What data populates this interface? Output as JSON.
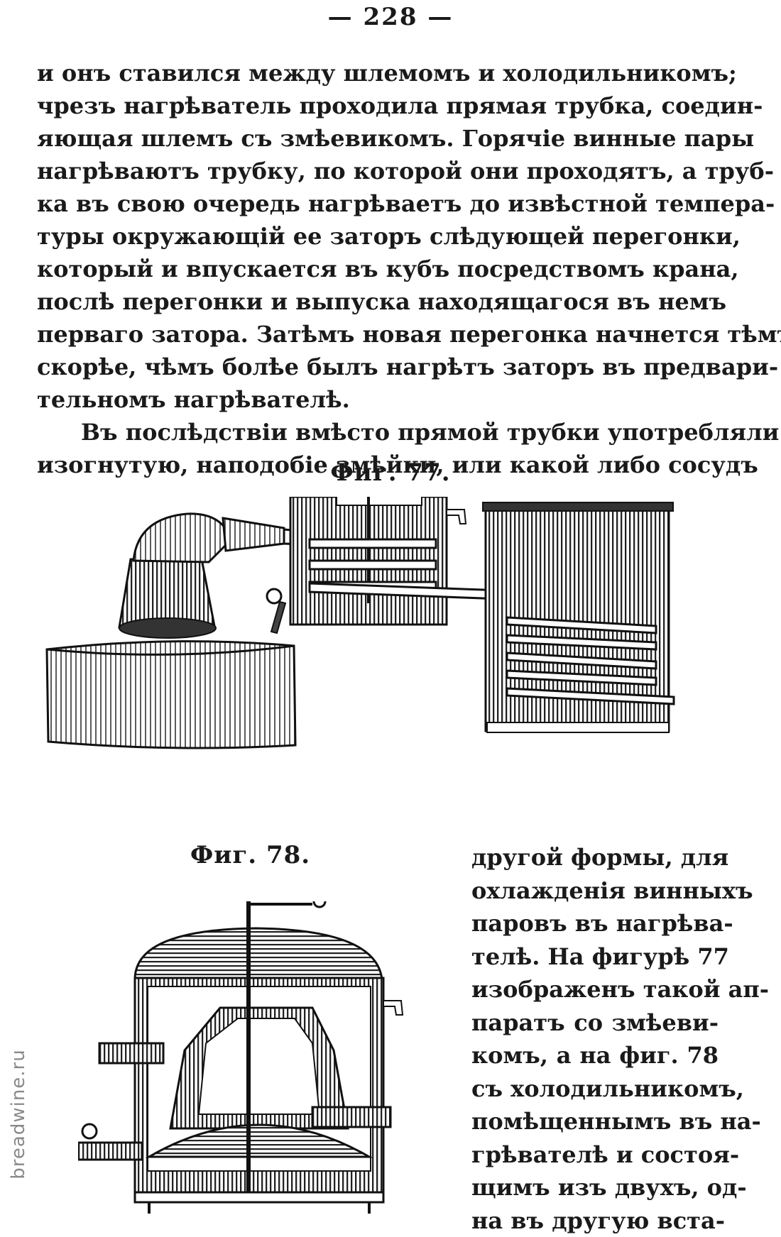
{
  "page_number": "— 228 —",
  "main_text": {
    "paragraph1_lines": [
      "и онъ ставился между шлемомъ и холодильникомъ;",
      "чрезъ нагрѣватель проходила прямая трубка, соедин-",
      "яющая шлемъ съ змѣевикомъ. Горячіе винные пары",
      "нагрѣваютъ трубку, по которой они проходятъ, а труб-",
      "ка въ свою очередь нагрѣваетъ до извѣстной темпера-",
      "туры окружающій ее заторъ слѣдующей перегонки,",
      "который и впускается въ кубъ посредствомъ крана,",
      "послѣ перегонки и выпуска находящагося въ немъ",
      "перваго затора. Затѣмъ новая перегонка начнется тѣмъ",
      "скорѣе, чѣмъ болѣе былъ нагрѣтъ заторъ въ предвари-",
      "тельномъ нагрѣвателѣ."
    ],
    "paragraph2_lines": [
      "Въ послѣдствіи вмѣсто прямой трубки употребляли",
      "изогнутую, наподобіе змѣйки, или какой либо сосудъ"
    ]
  },
  "figures": {
    "fig77_caption": "Фиг. 77.",
    "fig78_caption": "Фиг. 78."
  },
  "side_text_lines": [
    "другой формы, для",
    "охлажденія винныхъ",
    "паровъ въ нагрѣва-",
    "телѣ. На фигурѣ 77",
    "изображенъ такой ап-",
    "паратъ со змѣеви-",
    "комъ, а на фиг. 78",
    "съ холодильникомъ,",
    "помѣщеннымъ въ на-",
    "грѣвателѣ и состоя-",
    "щимъ изъ двухъ, од-",
    "на въ другую вста-"
  ],
  "watermark": "breadwine.ru"
}
